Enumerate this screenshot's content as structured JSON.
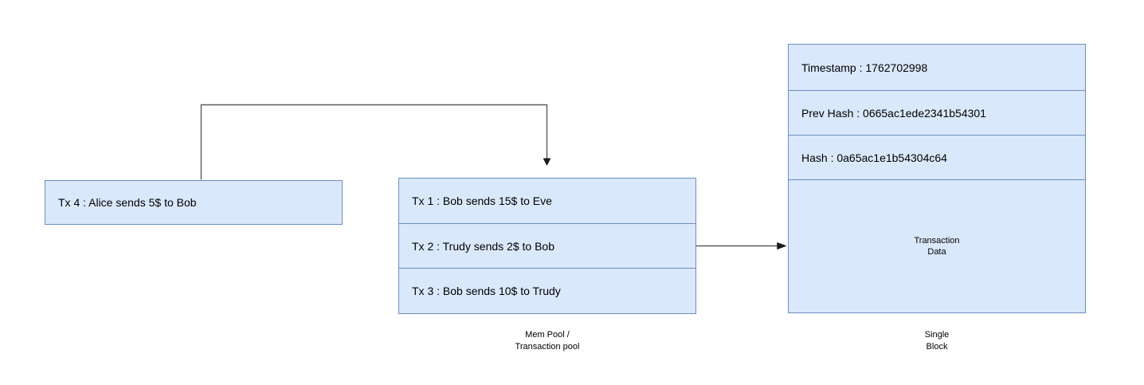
{
  "diagram": {
    "background_color": "#ffffff",
    "node_fill_color": "#dae8fc",
    "node_stroke_color": "#6c8ebf",
    "connector_color": "#5c5c5c",
    "arrowhead_color": "#1a1a1a",
    "pending_transaction": {
      "label": "Tx 4 : Alice sends 5$ to Bob"
    },
    "mem_pool": {
      "transactions": [
        "Tx 1 : Bob sends 15$ to Eve",
        "Tx 2 : Trudy sends 2$ to Bob",
        "Tx 3 : Bob sends 10$ to Trudy"
      ],
      "caption_line1": "Mem Pool /",
      "caption_line2": "Transaction pool"
    },
    "block": {
      "timestamp_row": "Timestamp : 1762702998",
      "prev_hash_row": "Prev Hash : 0665ac1ede2341b54301",
      "hash_row": "Hash : 0a65ac1e1b54304c64",
      "data_section_line1": "Transaction",
      "data_section_line2": "Data",
      "caption_line1": "Single",
      "caption_line2": "Block"
    }
  }
}
